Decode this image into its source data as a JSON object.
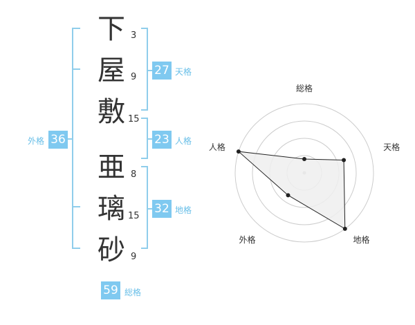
{
  "characters": [
    {
      "char": "下",
      "strokes": "3"
    },
    {
      "char": "屋",
      "strokes": "9"
    },
    {
      "char": "敷",
      "strokes": "15"
    },
    {
      "char": "亜",
      "strokes": "8"
    },
    {
      "char": "璃",
      "strokes": "15"
    },
    {
      "char": "砂",
      "strokes": "9"
    }
  ],
  "kakusu": {
    "tenkaku": {
      "value": "27",
      "label": "天格"
    },
    "jinkaku": {
      "value": "23",
      "label": "人格"
    },
    "chikaku": {
      "value": "32",
      "label": "地格"
    },
    "gaikaku": {
      "value": "36",
      "label": "外格"
    },
    "soukaku": {
      "value": "59",
      "label": "総格"
    }
  },
  "chart_data": {
    "type": "radar",
    "axes": [
      "総格",
      "天格",
      "地格",
      "外格",
      "人格"
    ],
    "values": [
      1,
      3,
      5,
      2,
      5
    ],
    "rmax": 5,
    "rings": 4,
    "colors": {
      "fill": "#efefef",
      "stroke": "#222222",
      "grid": "#cccccc",
      "accent": "#7fc9f0"
    }
  }
}
